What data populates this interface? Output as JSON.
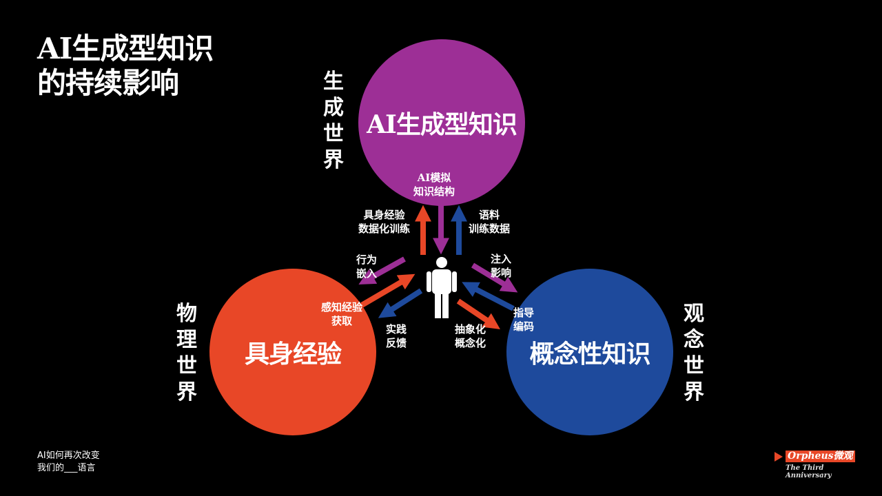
{
  "title": {
    "line1": "AI生成型知识",
    "line2": "的持续影响"
  },
  "circles": {
    "ai": {
      "label": "AI生成型知识",
      "sub1": "AI模拟",
      "sub2": "知识结构",
      "color": "#9d2f96"
    },
    "body": {
      "label": "具身经验",
      "color": "#e84727"
    },
    "concept": {
      "label": "概念性知识",
      "color": "#1e4a9c"
    }
  },
  "worlds": {
    "generated": [
      "生",
      "成",
      "世",
      "界"
    ],
    "physical": [
      "物",
      "理",
      "世",
      "界"
    ],
    "conceptual": [
      "观",
      "念",
      "世",
      "界"
    ]
  },
  "labels": {
    "embodied_data": [
      "具身经验",
      "数据化训练"
    ],
    "corpus": [
      "语料",
      "训练数据"
    ],
    "behavior": [
      "行为",
      "嵌入"
    ],
    "inject": [
      "注入",
      "影响"
    ],
    "perception": [
      "感知经验",
      "获取"
    ],
    "practice": [
      "实践",
      "反馈"
    ],
    "abstract": [
      "抽象化",
      "概念化"
    ],
    "guide": [
      "指导",
      "编码"
    ]
  },
  "footer": {
    "line1": "AI如何再次改变",
    "line2": "我们的___语言"
  },
  "logo": {
    "brand": "Orpheus微观",
    "tagline": "The Third Anniversary"
  }
}
